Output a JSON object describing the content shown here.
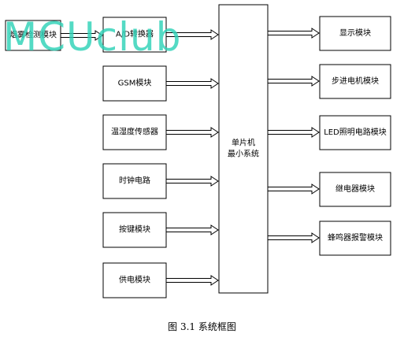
{
  "diagram": {
    "inputs": [
      {
        "id": "smoke",
        "label": "烟雾检测模块"
      },
      {
        "id": "adc",
        "label": "A/D转换器"
      },
      {
        "id": "gsm",
        "label": "GSM模块"
      },
      {
        "id": "temp_humidity",
        "label": "温湿度传感器"
      },
      {
        "id": "clock",
        "label": "时钟电路"
      },
      {
        "id": "keys",
        "label": "按键模块"
      },
      {
        "id": "power",
        "label": "供电模块"
      }
    ],
    "mcu": {
      "line1": "单片机",
      "line2": "最小系统"
    },
    "outputs": [
      {
        "id": "display",
        "label": "显示模块"
      },
      {
        "id": "stepper",
        "label": "步进电机模块"
      },
      {
        "id": "led",
        "label": "LED照明电路模块"
      },
      {
        "id": "relay",
        "label": "继电器模块"
      },
      {
        "id": "buzzer",
        "label": "蜂鸣器报警模块"
      }
    ],
    "caption": "图 3.1 系统框图"
  },
  "watermark": "MCUclub",
  "colors": {
    "line": "#000000",
    "watermark": "#2fd2b8"
  }
}
